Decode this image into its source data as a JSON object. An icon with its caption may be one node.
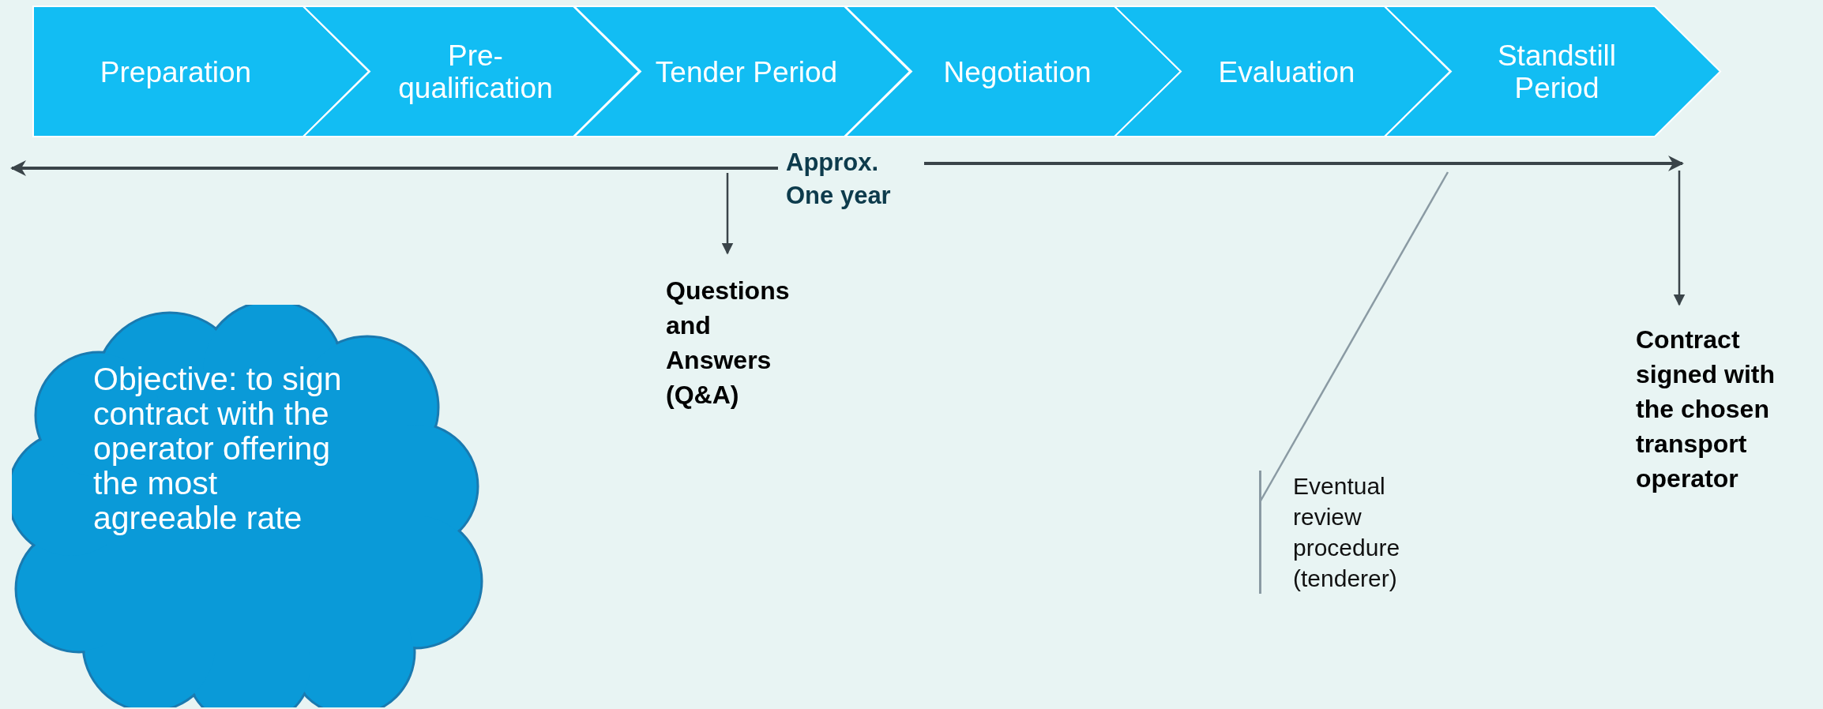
{
  "diagram": {
    "nodes": [
      {
        "text": [
          "Preparation"
        ]
      },
      {
        "text": [
          "Pre- qualification"
        ]
      },
      {
        "text": [
          "Tender Period"
        ]
      },
      {
        "text": [
          "Negotiation"
        ]
      },
      {
        "text": [
          "Evaluation"
        ]
      },
      {
        "text": [
          "Standstill Period"
        ]
      },
      {
        "text": [
          "Questions and Answers (Q&A)"
        ]
      },
      {
        "text": [
          "Contract signed with the chosen transport operator"
        ]
      },
      {
        "text": [
          "Objective: to sign contract with the operator offering the most agreeable rate"
        ]
      },
      {
        "text": [
          "Eventual review procedure (tenderer)"
        ]
      }
    ],
    "edges": [
      {
        "from": null,
        "to": 6,
        "arrow": "to"
      },
      {
        "from": null,
        "to": 7,
        "arrow": "to"
      },
      {
        "from": 9,
        "to": null,
        "arrow": "none"
      }
    ],
    "labels": [
      "Approx. One year"
    ]
  }
}
